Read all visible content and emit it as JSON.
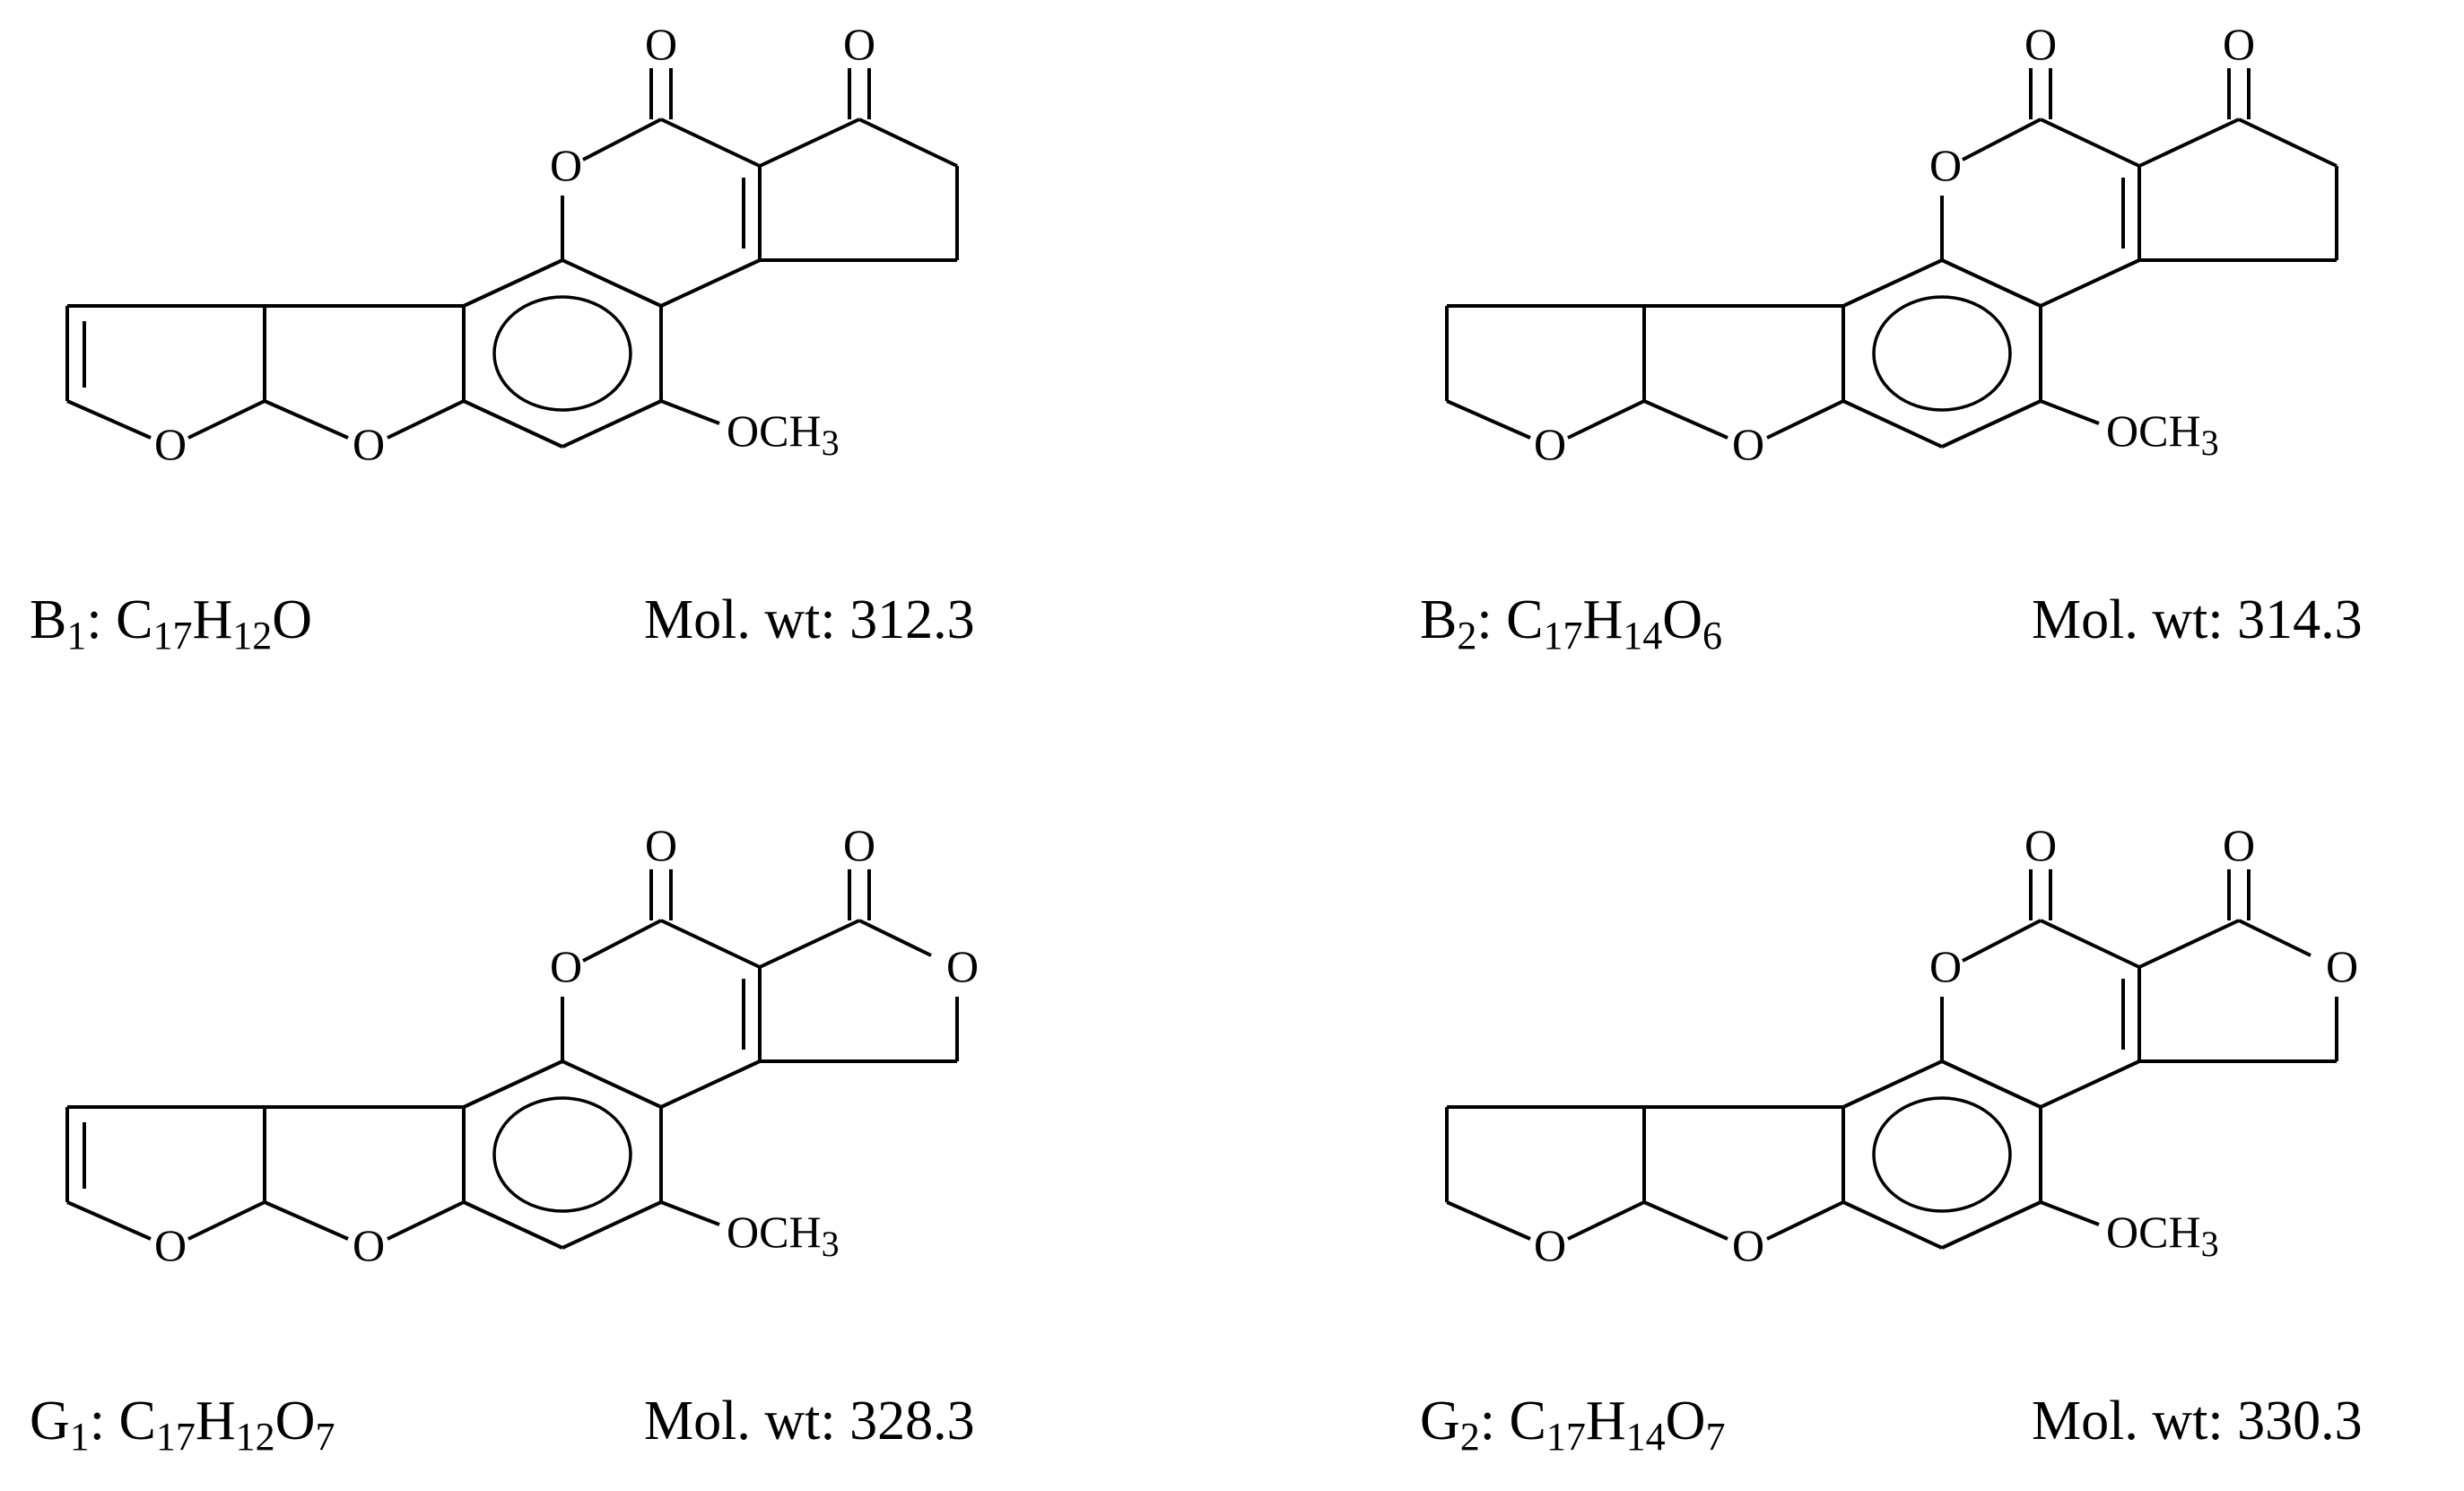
{
  "figure": {
    "compounds": [
      {
        "id": "B1",
        "name_letter": "B",
        "name_sub": "1",
        "formula": [
          {
            "el": "C",
            "n": "17"
          },
          {
            "el": "H",
            "n": "12"
          },
          {
            "el": "O",
            "n": ""
          }
        ],
        "mol_wt_label": "Mol. wt: 312.3",
        "furan_double_bond": true,
        "right_ring": "cyclopentanone"
      },
      {
        "id": "B2",
        "name_letter": "B",
        "name_sub": "2",
        "formula": [
          {
            "el": "C",
            "n": "17"
          },
          {
            "el": "H",
            "n": "14"
          },
          {
            "el": "O",
            "n": "6"
          }
        ],
        "mol_wt_label": "Mol. wt: 314.3",
        "furan_double_bond": false,
        "right_ring": "cyclopentanone"
      },
      {
        "id": "G1",
        "name_letter": "G",
        "name_sub": "1",
        "formula": [
          {
            "el": "C",
            "n": "17"
          },
          {
            "el": "H",
            "n": "12"
          },
          {
            "el": "O",
            "n": "7"
          }
        ],
        "mol_wt_label": "Mol. wt: 328.3",
        "furan_double_bond": true,
        "right_ring": "lactone"
      },
      {
        "id": "G2",
        "name_letter": "G",
        "name_sub": "2",
        "formula": [
          {
            "el": "C",
            "n": "17"
          },
          {
            "el": "H",
            "n": "14"
          },
          {
            "el": "O",
            "n": "7"
          }
        ],
        "mol_wt_label": "Mol. wt: 330.3",
        "furan_double_bond": false,
        "right_ring": "lactone"
      }
    ],
    "atom_labels": {
      "oxygen": "O",
      "methoxy_main": "OCH",
      "methoxy_sub": "3"
    }
  }
}
